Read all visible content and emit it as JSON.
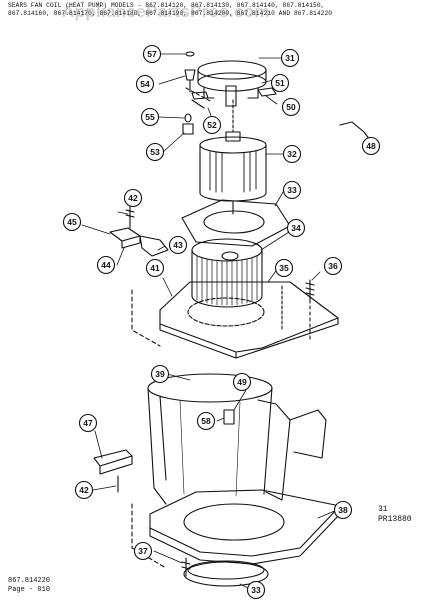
{
  "header": {
    "line1": "SEARS FAN COIL (HEAT PUMP) MODELS - 867.814120, 867.814130, 867.814140, 867.814150,",
    "line2": "867.814160, 867.814170, 867.814180, 867.814190, 867.814200, 867.814210 AND 867.814220"
  },
  "watermark": "AppliancePartsPros.com",
  "callouts": [
    "31",
    "32",
    "33",
    "34",
    "35",
    "36",
    "37",
    "38",
    "39",
    "41",
    "42",
    "43",
    "44",
    "45",
    "47",
    "48",
    "49",
    "50",
    "51",
    "52",
    "53",
    "54",
    "55",
    "57",
    "58"
  ],
  "sheet_ref": {
    "number": "31",
    "code": "PR13880"
  },
  "footer": {
    "model": "867.814220",
    "page": "Page - 010"
  }
}
